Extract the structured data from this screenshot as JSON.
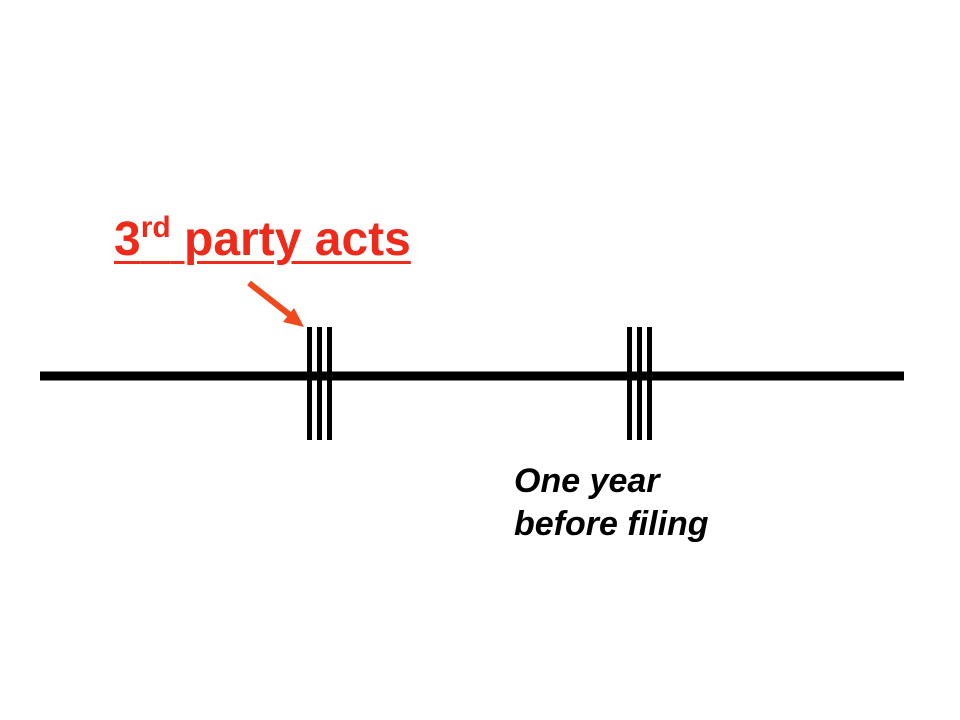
{
  "colors": {
    "accent": "#ee2a1a",
    "arrow": "#f04a1c",
    "line": "#000000",
    "text": "#000000"
  },
  "labels": {
    "third_party_acts": {
      "number": "3",
      "superscript": "rd",
      "text": " party acts"
    },
    "one_year_before_filing": {
      "line1": "One year",
      "line2": "before filing"
    }
  },
  "icons": {
    "pointer": "arrow-down-right-icon",
    "event_marker": "triple-bar-marker-icon"
  }
}
